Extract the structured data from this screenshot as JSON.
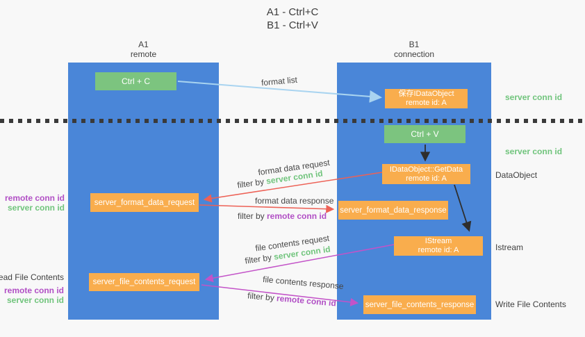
{
  "title": {
    "line1": "A1 - Ctrl+C",
    "line2": "B1 - Ctrl+V"
  },
  "columns": {
    "a": {
      "name": "A1",
      "subtitle": "remote"
    },
    "b": {
      "name": "B1",
      "subtitle": "connection"
    }
  },
  "nodes": {
    "ctrl_c": {
      "label": "Ctrl + C"
    },
    "ctrl_v": {
      "label": "Ctrl + V"
    },
    "save_dataobject": {
      "line1": "保存IDataObject",
      "line2": "remote id: A"
    },
    "getdata": {
      "line1": "IDataObject::GetData",
      "line2": "remote id: A"
    },
    "istream": {
      "line1": "IStream",
      "line2": "remote id: A"
    },
    "format_request": {
      "label": "server_format_data_request"
    },
    "format_response": {
      "label": "server_format_data_response"
    },
    "file_request": {
      "label": "server_file_contents_request"
    },
    "file_response": {
      "label": "server_file_contents_response"
    }
  },
  "flow_labels": {
    "format_list": "format list",
    "format_data_request": "format data request",
    "format_data_response": "format data response",
    "file_contents_request": "file contents request",
    "file_contents_response": "file contents response",
    "filter_by": "filter by ",
    "server_conn_id": "server conn id",
    "remote_conn_id": "remote conn id"
  },
  "side_labels": {
    "server_conn_id_top": "server conn id",
    "server_conn_id_mid": "server conn id",
    "dataobject": "DataObject",
    "istream": "Istream",
    "write_file_contents": "Write File Contents",
    "read_file_contents": "Read File Contents",
    "remote_conn_id_format": "remote conn id",
    "server_conn_id_format": "server conn id",
    "remote_conn_id_file": "remote conn id",
    "server_conn_id_file": "server conn id"
  },
  "colors": {
    "column_blue": "#4a86d8",
    "node_green": "#7cc47f",
    "node_orange": "#f9ad4d",
    "arrow_light_blue": "#a9d4f0",
    "arrow_red": "#ed6156",
    "arrow_magenta": "#c353c8",
    "arrow_black": "#2e2e2e",
    "separator_dark": "#3a3a3a",
    "label_green": "#70c47c",
    "label_purple": "#b14fc5",
    "text_dark": "#3f3f3f",
    "background": "#f8f8f8"
  }
}
